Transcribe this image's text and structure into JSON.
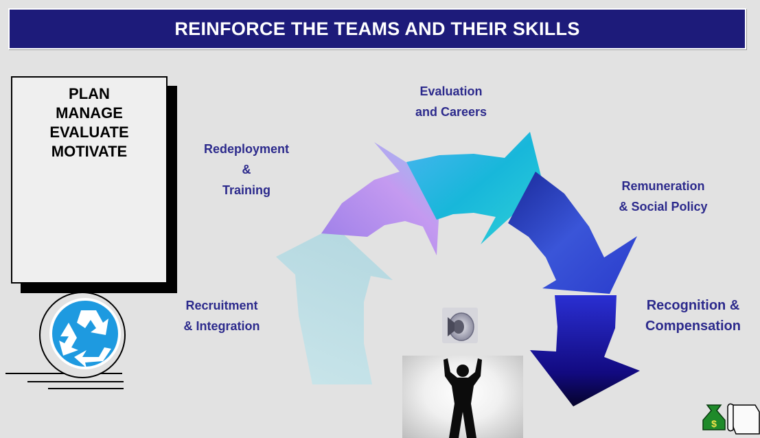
{
  "title": "REINFORCE THE TEAMS AND THEIR SKILLS",
  "plan_box": {
    "lines": [
      "PLAN",
      "MANAGE",
      "EVALUATE",
      "MOTIVATE"
    ]
  },
  "cycle_labels": {
    "evaluation": [
      "Evaluation",
      "and Careers"
    ],
    "redeployment": [
      "Redeployment",
      "&",
      "Training"
    ],
    "remuneration": [
      "Remuneration",
      "& Social Policy"
    ],
    "recruitment": [
      "Recruitment",
      "& Integration"
    ],
    "recognition": [
      "Recognition &",
      "Compensation"
    ]
  },
  "colors": {
    "title_bg": "#1d1b7a",
    "label_text": "#2c2a8c",
    "arrow_recruitment": "#bfe0e6",
    "arrow_redeployment": "#b38be8",
    "arrow_evaluation": "#1fb8dd",
    "arrow_remuneration": "#1f2fa8",
    "arrow_recognition": "#160a86"
  },
  "icons": [
    "recycle-icon",
    "speaker-icon",
    "money-bag-icon",
    "scroll-icon",
    "person-arms-raised-photo"
  ]
}
